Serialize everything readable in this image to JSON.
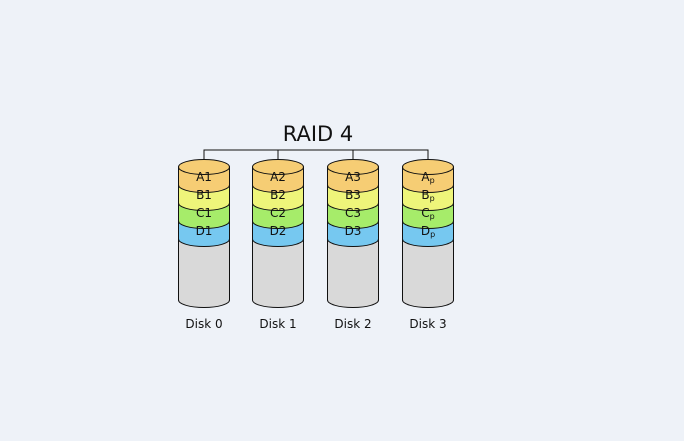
{
  "title": "RAID 4",
  "colors": {
    "background": "#eef2f8",
    "row_a": "#f6cd74",
    "row_b": "#eef57a",
    "row_c": "#a6ec6a",
    "row_d": "#76c8f0",
    "disk_body": "#d9d9d9",
    "stroke": "#111111"
  },
  "disks": [
    {
      "label": "Disk 0",
      "blocks": [
        {
          "main": "A1"
        },
        {
          "main": "B1"
        },
        {
          "main": "C1"
        },
        {
          "main": "D1"
        }
      ]
    },
    {
      "label": "Disk 1",
      "blocks": [
        {
          "main": "A2"
        },
        {
          "main": "B2"
        },
        {
          "main": "C2"
        },
        {
          "main": "D2"
        }
      ]
    },
    {
      "label": "Disk 2",
      "blocks": [
        {
          "main": "A3"
        },
        {
          "main": "B3"
        },
        {
          "main": "C3"
        },
        {
          "main": "D3"
        }
      ]
    },
    {
      "label": "Disk 3",
      "blocks": [
        {
          "main": "A",
          "sub": "p"
        },
        {
          "main": "B",
          "sub": "p"
        },
        {
          "main": "C",
          "sub": "p"
        },
        {
          "main": "D",
          "sub": "p"
        }
      ]
    }
  ]
}
